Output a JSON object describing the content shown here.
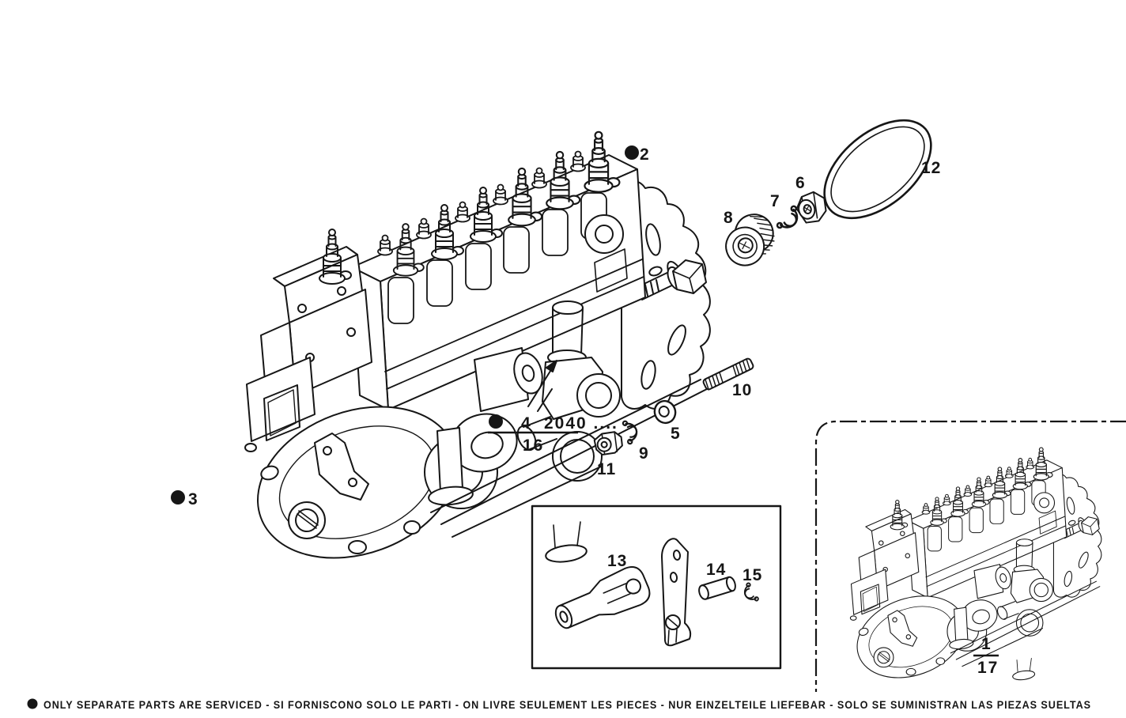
{
  "document": {
    "kind": "exploded-parts-diagram",
    "colors": {
      "ink": "#161616",
      "paper": "#ffffff"
    }
  },
  "callouts": {
    "n2": "2",
    "n3": "3",
    "n5": "5",
    "n6": "6",
    "n7": "7",
    "n8": "8",
    "n9": "9",
    "n10": "10",
    "n11": "11",
    "n12": "12",
    "n13": "13",
    "n14": "14",
    "n15": "15"
  },
  "main_reference": {
    "prefix": "4",
    "code": "2040 ....",
    "denominator": "16"
  },
  "inset_reference": {
    "numerator": "1",
    "denominator": "17"
  },
  "footer": {
    "bullet": "●",
    "text": "ONLY SEPARATE PARTS ARE SERVICED - SI FORNISCONO SOLO LE PARTI - ON LIVRE SEULEMENT LES PIECES - NUR EINZELTEILE LIEFEBAR - SOLO SE SUMINISTRAN LAS PIEZAS SUELTAS"
  },
  "drawings": {
    "main": "fuel-injection-pump-assembly",
    "inset_small": "fuel-injection-pump-assembly-small",
    "part5": "flat-washer",
    "part6": "hex-nut",
    "part7": "snap-ring",
    "part8": "knurled-coupling",
    "part9": "snap-ring",
    "part10": "threaded-stud",
    "part11": "hex-nut",
    "part12": "o-ring-seal",
    "part13": "clevis-fork",
    "part14": "pin",
    "part15": "snap-ring",
    "lever": "control-lever"
  }
}
